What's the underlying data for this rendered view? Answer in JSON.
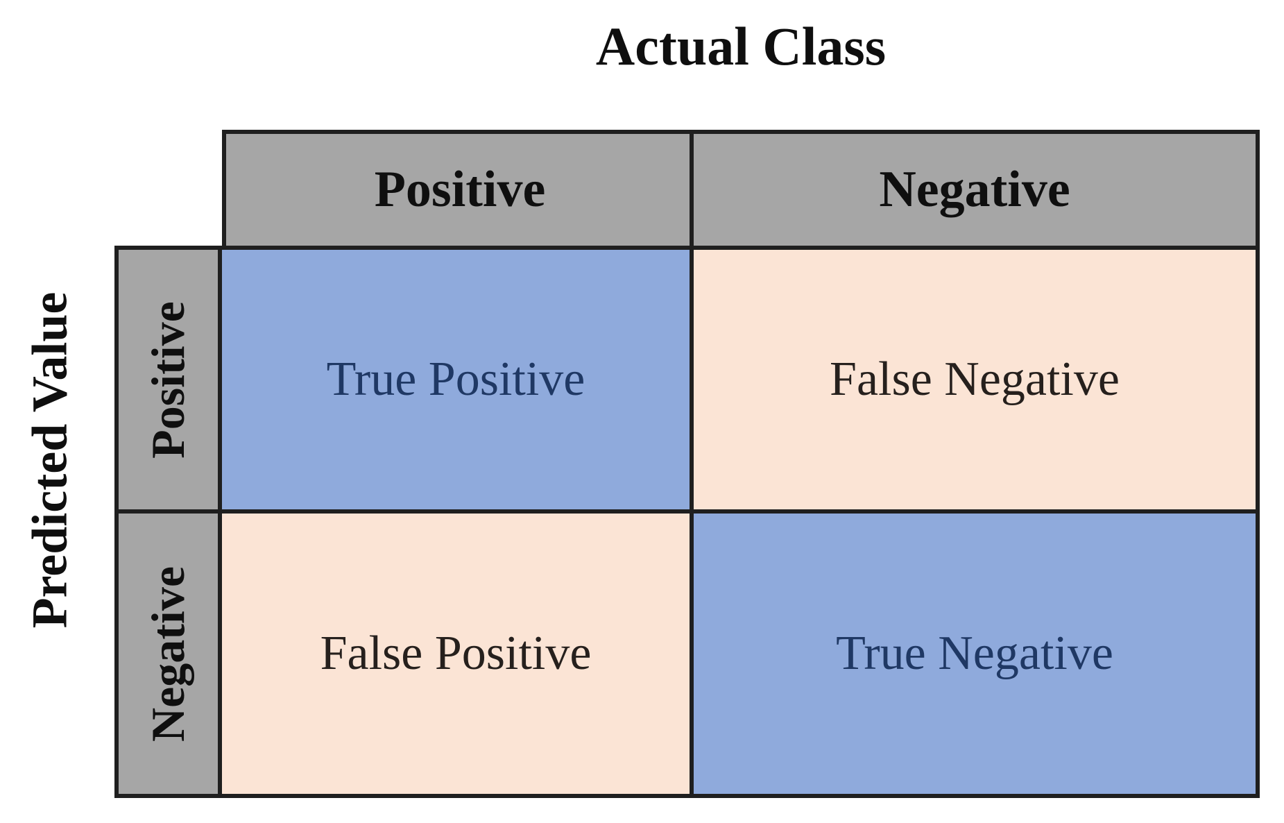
{
  "matrix": {
    "title": "Actual Class",
    "left_axis_label": "Predicted Value",
    "columns": [
      "Positive",
      "Negative"
    ],
    "rows": [
      "Positive",
      "Negative"
    ],
    "cells": [
      [
        "True Positive",
        "False Negative"
      ],
      [
        "False Positive",
        "True Negative"
      ]
    ],
    "colors": {
      "header_bg": "#a6a6a6",
      "match_bg": "#8faadc",
      "mismatch_bg": "#fbe4d5",
      "border": "#1f1f1f",
      "title_text": "#0f0f0f",
      "match_text": "#1f3864",
      "mismatch_text": "#26201d"
    }
  }
}
